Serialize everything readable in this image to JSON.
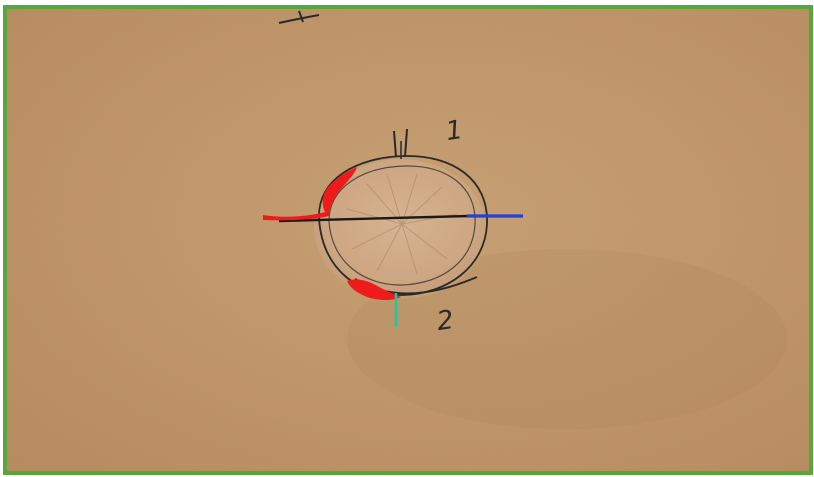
{
  "colors": {
    "frame_border": "#57a83b",
    "paper": "#c49a6c",
    "annotation_red": "#ef1b1b",
    "annotation_blue": "#2140d6",
    "annotation_teal": "#1fc7a0",
    "pencil": "#2b2a28"
  },
  "labels": {
    "label_top": "1",
    "label_bottom": "2"
  },
  "icons": {
    "sketch": "pencil-sketch-of-round-specimen"
  }
}
